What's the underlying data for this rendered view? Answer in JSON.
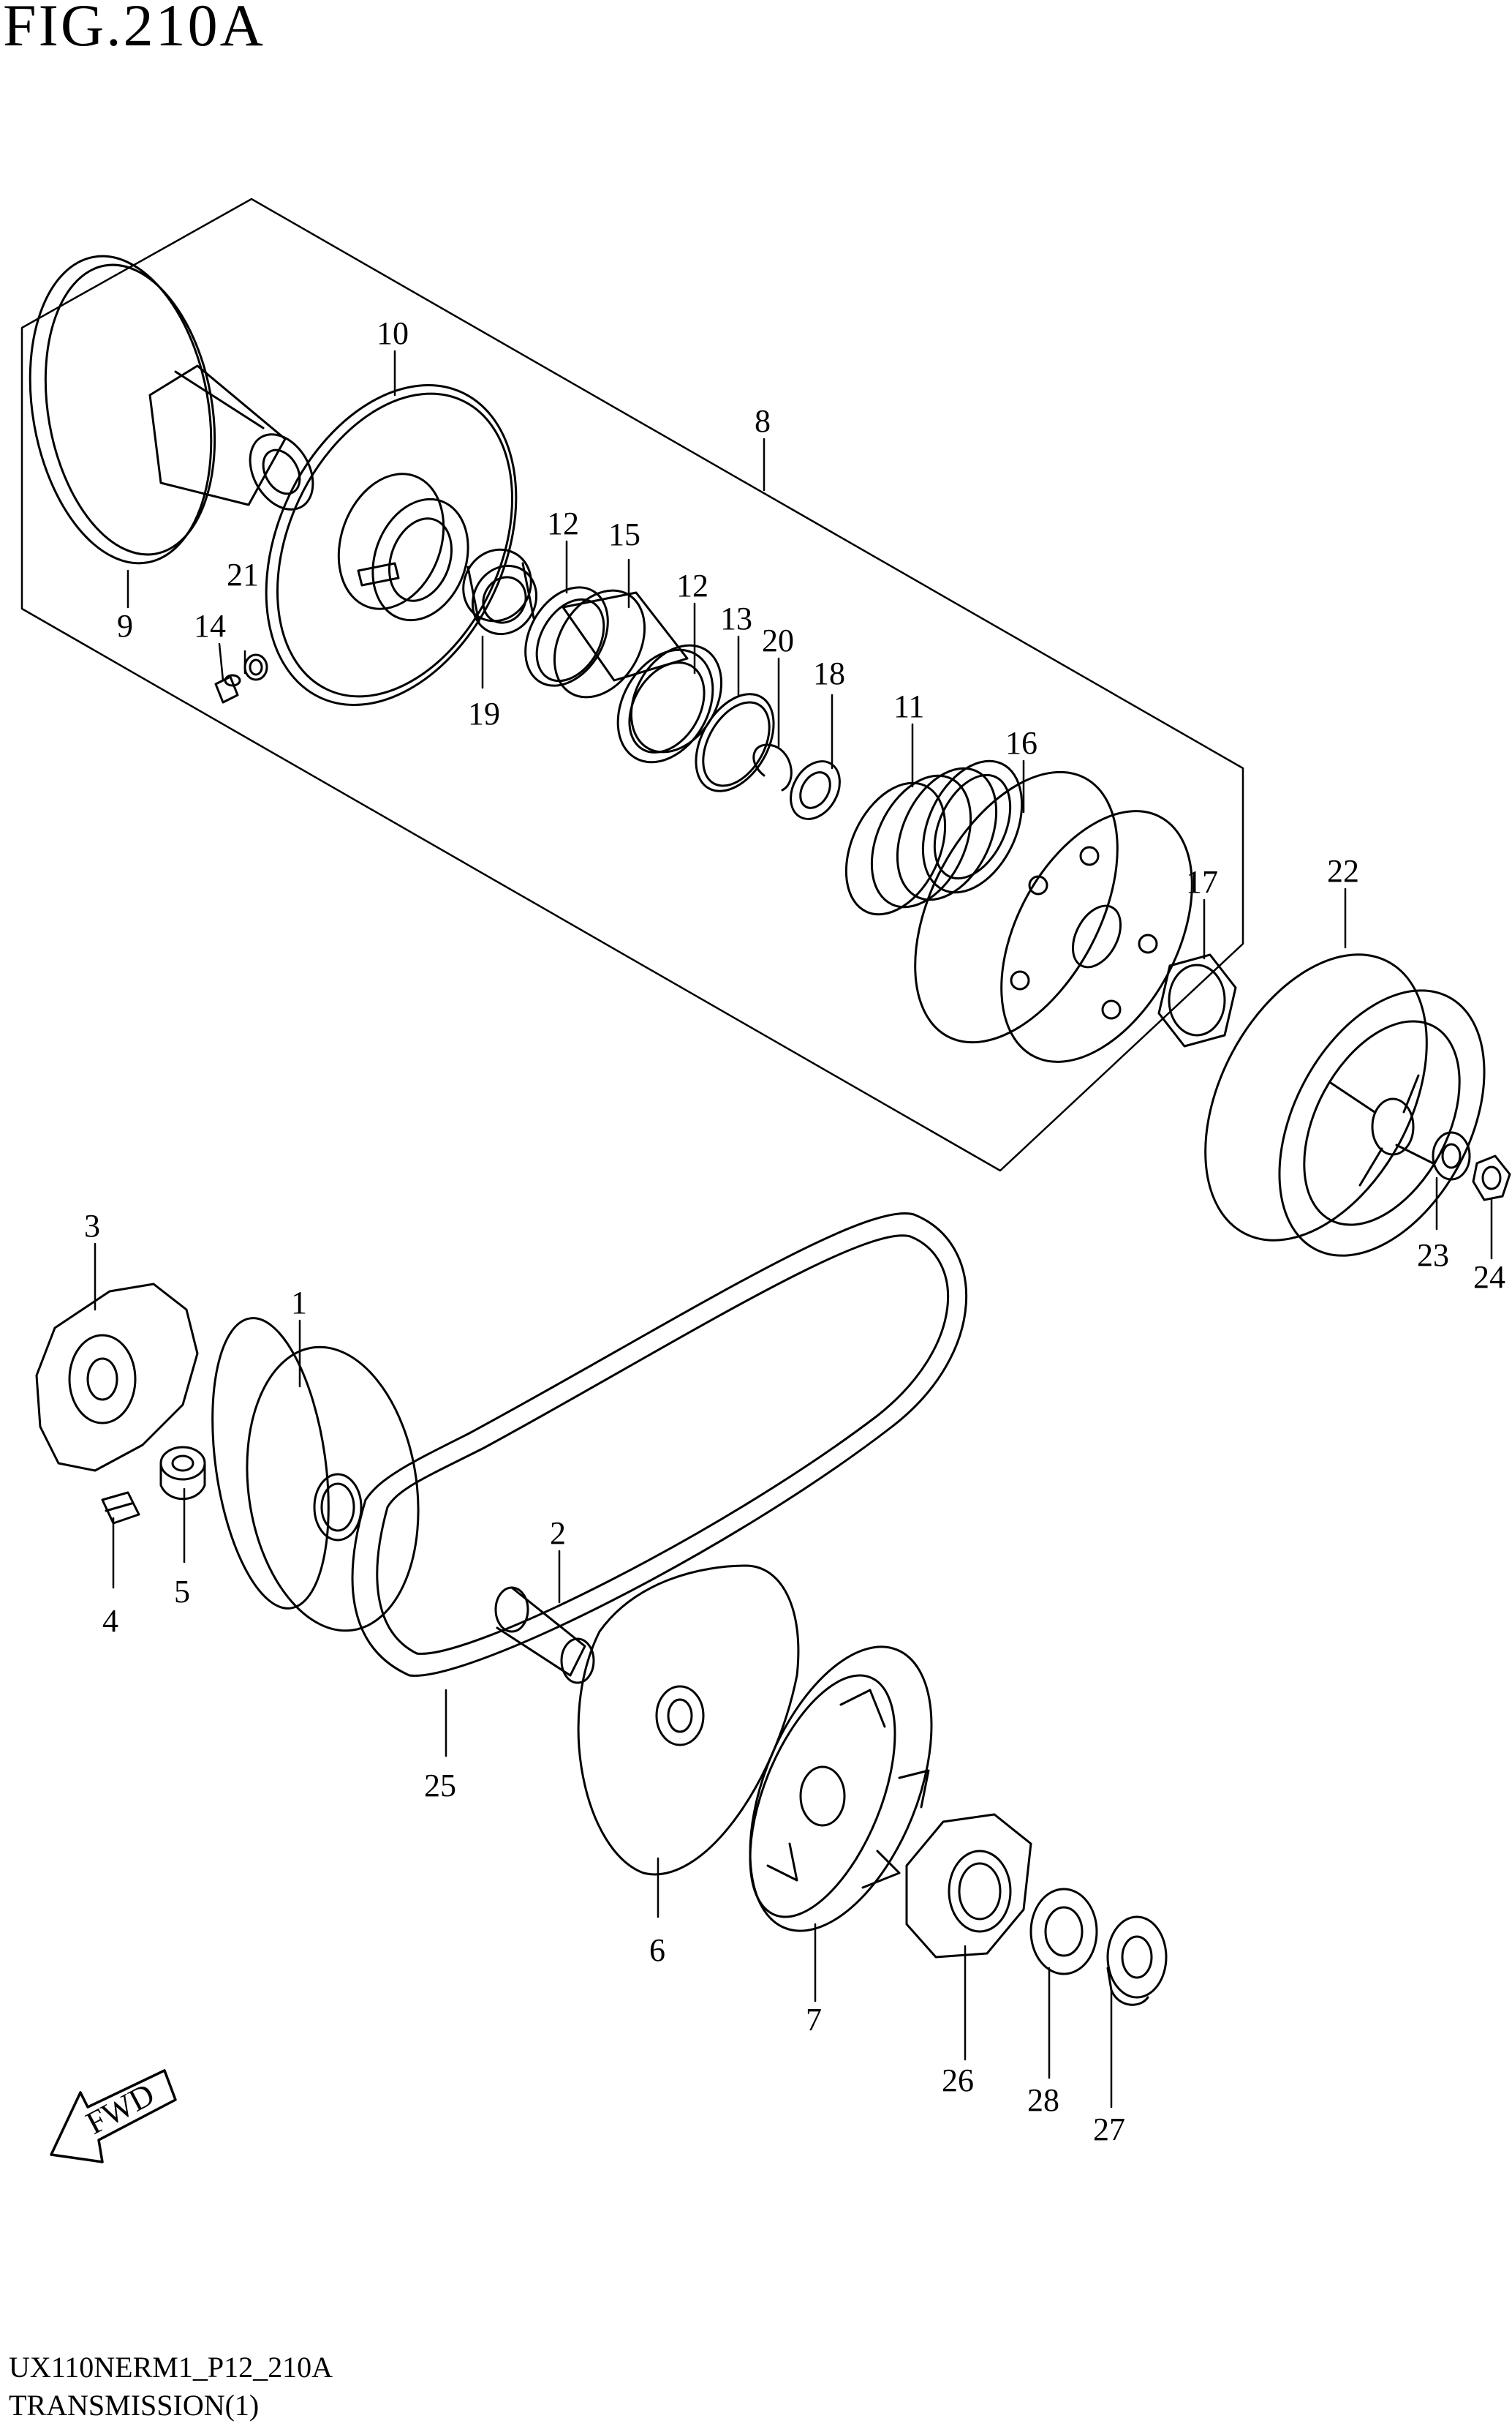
{
  "figure": {
    "title": "FIG.210A",
    "footer_code": "UX110NERM1_P12_210A",
    "footer_name": "TRANSMISSION(1)",
    "fwd_label": "FWD"
  },
  "part_numbers": [
    "1",
    "2",
    "3",
    "4",
    "5",
    "6",
    "7",
    "8",
    "9",
    "10",
    "11",
    "12",
    "12",
    "13",
    "14",
    "15",
    "16",
    "17",
    "18",
    "19",
    "20",
    "21",
    "22",
    "23",
    "24",
    "25",
    "26",
    "27",
    "28"
  ],
  "parts": [
    {
      "id": "1",
      "number": "1"
    },
    {
      "id": "2",
      "number": "2"
    },
    {
      "id": "3",
      "number": "3"
    },
    {
      "id": "4",
      "number": "4"
    },
    {
      "id": "5",
      "number": "5"
    },
    {
      "id": "6",
      "number": "6"
    },
    {
      "id": "7",
      "number": "7"
    },
    {
      "id": "8",
      "number": "8"
    },
    {
      "id": "9",
      "number": "9"
    },
    {
      "id": "10",
      "number": "10"
    },
    {
      "id": "11",
      "number": "11"
    },
    {
      "id": "12a",
      "number": "12"
    },
    {
      "id": "12b",
      "number": "12"
    },
    {
      "id": "13",
      "number": "13"
    },
    {
      "id": "14",
      "number": "14"
    },
    {
      "id": "15",
      "number": "15"
    },
    {
      "id": "16",
      "number": "16"
    },
    {
      "id": "17",
      "number": "17"
    },
    {
      "id": "18",
      "number": "18"
    },
    {
      "id": "19",
      "number": "19"
    },
    {
      "id": "20",
      "number": "20"
    },
    {
      "id": "21",
      "number": "21"
    },
    {
      "id": "22",
      "number": "22"
    },
    {
      "id": "23",
      "number": "23"
    },
    {
      "id": "24",
      "number": "24"
    },
    {
      "id": "25",
      "number": "25"
    },
    {
      "id": "26",
      "number": "26"
    },
    {
      "id": "27",
      "number": "27"
    },
    {
      "id": "28",
      "number": "28"
    }
  ]
}
